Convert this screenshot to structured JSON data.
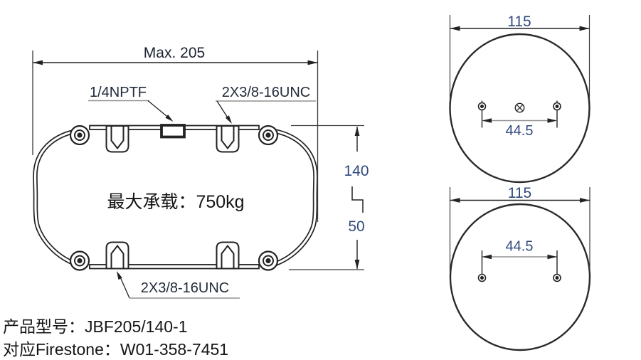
{
  "left_view": {
    "max_width_dim": "Max. 205",
    "port_label": "1/4NPTF",
    "top_studs_label": "2X3/8-16UNC",
    "bottom_studs_label": "2X3/8-16UNC",
    "max_load_label": "最大承载：750kg",
    "design_height_dim": "140",
    "stroke_height_dim": "50"
  },
  "top_view": {
    "diameter_dim": "115",
    "bolt_spacing_dim": "44.5"
  },
  "bottom_view": {
    "diameter_dim": "115",
    "bolt_spacing_dim": "44.5"
  },
  "footer": {
    "product_model": "产品型号：JBF205/140-1",
    "firestone_ref": "对应Firestone：W01-358-7451"
  },
  "colors": {
    "line": "#2a2a2a",
    "extension_line": "#3a3a3a",
    "gray_line": "#919191",
    "dim_text": "#31497e",
    "label_text": "#222b3a",
    "body_text": "#141414"
  }
}
